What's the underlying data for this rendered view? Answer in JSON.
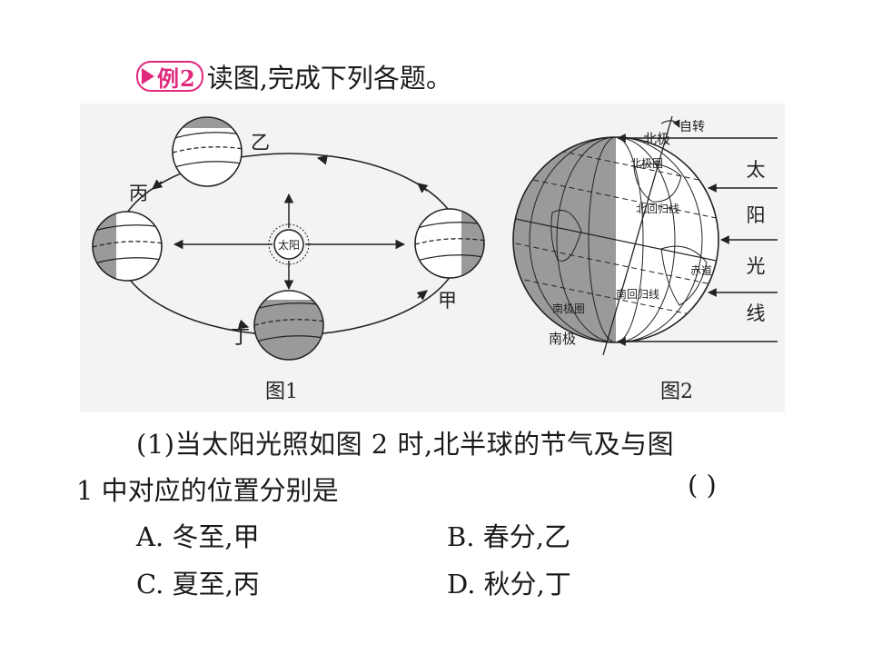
{
  "header": {
    "badge": "例2",
    "intro": "读图,完成下列各题。"
  },
  "figure1": {
    "caption": "图1",
    "sun_label": "太阳",
    "positions": {
      "jia": "甲",
      "yi": "乙",
      "bing": "丙",
      "ding": "丁"
    }
  },
  "figure2": {
    "caption": "图2",
    "labels": {
      "rotation": "自转",
      "north_pole": "北极",
      "arctic_circle": "北极圈",
      "tropic_cancer": "北回归线",
      "equator": "赤道",
      "tropic_capricorn": "南回归线",
      "antarctic_circle": "南极圈",
      "south_pole": "南极"
    },
    "sunlight_chars": [
      "太",
      "阳",
      "光",
      "线"
    ]
  },
  "question": {
    "line1": "(1)当太阳光照如图 2 时,北半球的节气及与图",
    "line2": "1 中对应的位置分别是",
    "paren": "(      )",
    "options": {
      "A": "A. 冬至,甲",
      "B": "B. 春分,乙",
      "C": "C. 夏至,丙",
      "D": "D. 秋分,丁"
    }
  }
}
